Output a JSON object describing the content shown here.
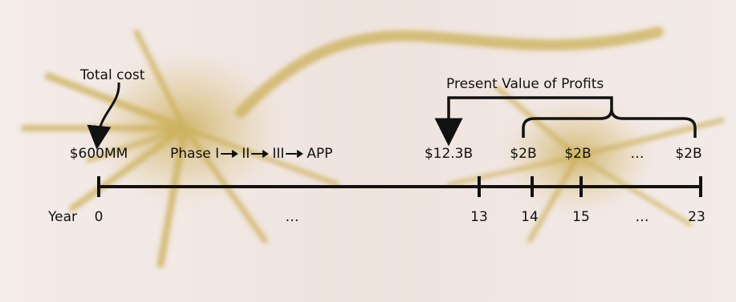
{
  "annotations": {
    "total_cost": "Total cost",
    "present_value": "Present Value of Profits"
  },
  "values": {
    "cost": "$600MM",
    "pv": "$12.3B",
    "profit_14": "$2B",
    "profit_15": "$2B",
    "profit_ellipsis": "…",
    "profit_23": "$2B"
  },
  "phases": [
    "Phase I",
    "II",
    "III",
    "APP"
  ],
  "timeline": {
    "axis_label": "Year",
    "ticks": [
      "0",
      "…",
      "13",
      "14",
      "15",
      "…",
      "23"
    ]
  }
}
